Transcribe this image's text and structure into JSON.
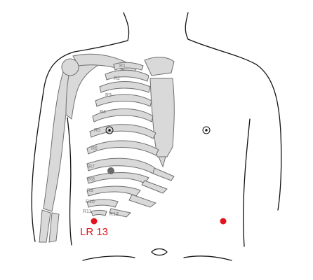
{
  "colors": {
    "outline": "#111111",
    "bone_fill": "#d9d9d9",
    "bone_stroke": "#6f6f6f",
    "acupoint": "#e0141c",
    "marker_dark": "#6a6a6a"
  },
  "rib_labels": [
    "R1",
    "R2",
    "R3",
    "R4",
    "R5",
    "R6",
    "R7",
    "R8",
    "R9",
    "R10",
    "R11",
    "R12"
  ],
  "acupoints": {
    "primary_label": "LR 13"
  }
}
